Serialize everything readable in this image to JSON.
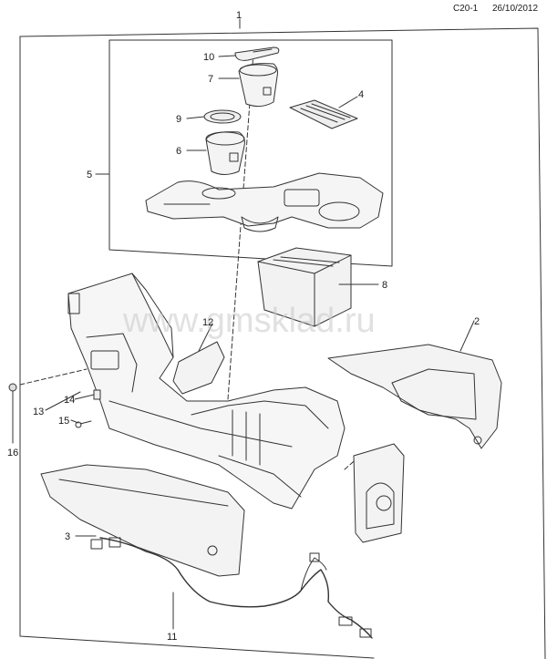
{
  "header": {
    "code": "C20-1",
    "date": "26/10/2012"
  },
  "watermark": "www.gmsklad.ru",
  "callouts": [
    {
      "id": "c1",
      "text": "1"
    },
    {
      "id": "c2",
      "text": "2"
    },
    {
      "id": "c3",
      "text": "3"
    },
    {
      "id": "c4",
      "text": "4"
    },
    {
      "id": "c5",
      "text": "5"
    },
    {
      "id": "c6",
      "text": "6"
    },
    {
      "id": "c7",
      "text": "7"
    },
    {
      "id": "c8",
      "text": "8"
    },
    {
      "id": "c9",
      "text": "9"
    },
    {
      "id": "c10",
      "text": "10"
    },
    {
      "id": "c11",
      "text": "11"
    },
    {
      "id": "c12",
      "text": "12"
    },
    {
      "id": "c13",
      "text": "13"
    },
    {
      "id": "c14",
      "text": "14"
    },
    {
      "id": "c15",
      "text": "15"
    },
    {
      "id": "c16",
      "text": "16"
    }
  ]
}
